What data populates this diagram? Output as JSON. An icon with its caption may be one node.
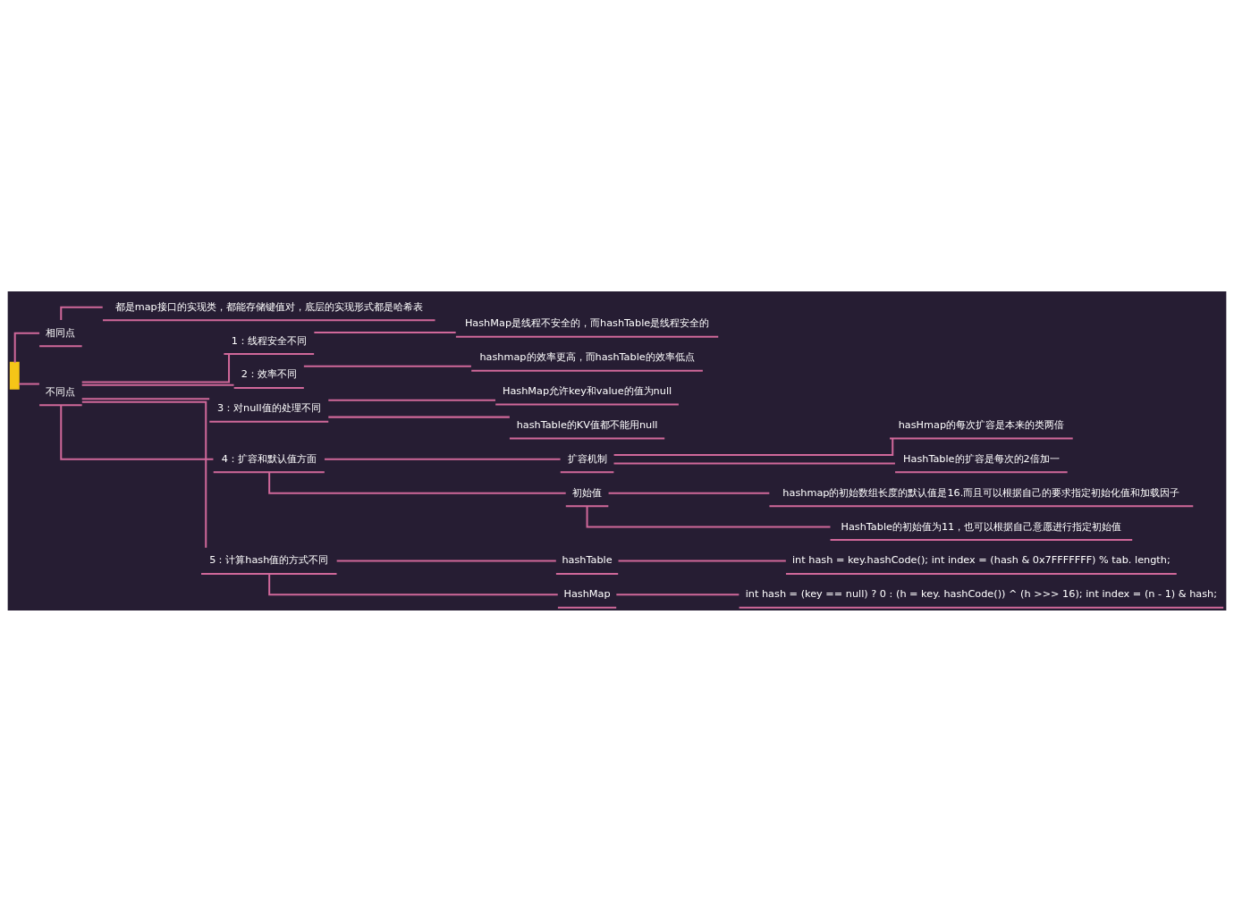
{
  "diagram": {
    "nodes": [
      {
        "text": [],
        "shape": "bar"
      },
      {
        "text": [
          "相同点"
        ]
      },
      {
        "text": [
          "都是map接口的实现类，都能存储键值对，底层的实现形式都是哈希表"
        ]
      },
      {
        "text": [
          "不同点"
        ]
      },
      {
        "text": [
          "1：线程安全不同"
        ]
      },
      {
        "text": [
          "HashMap是线程不安全的，而hashTable是线程安全的"
        ]
      },
      {
        "text": [
          "2：效率不同"
        ]
      },
      {
        "text": [
          "hashmap的效率更高，而hashTable的效率低点"
        ]
      },
      {
        "text": [
          "3：对null值的处理不同"
        ]
      },
      {
        "text": [
          "HashMap允许key和value的值为null"
        ]
      },
      {
        "text": [
          "hashTable的KV值都不能用null"
        ]
      },
      {
        "text": [
          "4：扩容和默认值方面"
        ]
      },
      {
        "text": [
          "扩容机制"
        ]
      },
      {
        "text": [
          "hasHmap的每次扩容是本来的类两倍"
        ]
      },
      {
        "text": [
          "HashTable的扩容是每次的2倍加一"
        ]
      },
      {
        "text": [
          "初始值"
        ]
      },
      {
        "text": [
          "hashmap的初始数组长度的默认值是16.而且可以根据自己的要求指定初始化值和加载因子"
        ]
      },
      {
        "text": [
          "HashTable的初始值为11，也可以根据自己意愿进行指定初始值"
        ]
      },
      {
        "text": [
          "5：计算hash值的方式不同"
        ]
      },
      {
        "text": [
          "hashTable"
        ]
      },
      {
        "text": [
          "int hash = key.hashCode(); int index = (hash & 0x7FFFFFFF) % tab. length;"
        ]
      },
      {
        "text": [
          "HashMap"
        ]
      },
      {
        "text": [
          "int hash = (key == null) ? 0 : (h = key. hashCode()) ^ (h >>> 16); int index = (n - 1) & hash;"
        ]
      }
    ],
    "edges": [
      {
        "from": 0,
        "to": 1,
        "arrow": "none"
      },
      {
        "from": 1,
        "to": 2,
        "arrow": "none"
      },
      {
        "from": 0,
        "to": 3,
        "arrow": "none"
      },
      {
        "from": 3,
        "to": 4,
        "arrow": "none"
      },
      {
        "from": 4,
        "to": 5,
        "arrow": "none"
      },
      {
        "from": 3,
        "to": 6,
        "arrow": "none"
      },
      {
        "from": 6,
        "to": 7,
        "arrow": "none"
      },
      {
        "from": 3,
        "to": 8,
        "arrow": "none"
      },
      {
        "from": 8,
        "to": 9,
        "arrow": "none"
      },
      {
        "from": 8,
        "to": 10,
        "arrow": "none"
      },
      {
        "from": 3,
        "to": 11,
        "arrow": "none"
      },
      {
        "from": 11,
        "to": 12,
        "arrow": "none"
      },
      {
        "from": 12,
        "to": 13,
        "arrow": "none"
      },
      {
        "from": 12,
        "to": 14,
        "arrow": "none"
      },
      {
        "from": 11,
        "to": 15,
        "arrow": "none"
      },
      {
        "from": 15,
        "to": 16,
        "arrow": "none"
      },
      {
        "from": 15,
        "to": 17,
        "arrow": "none"
      },
      {
        "from": 3,
        "to": 18,
        "arrow": "none"
      },
      {
        "from": 18,
        "to": 19,
        "arrow": "none"
      },
      {
        "from": 19,
        "to": 20,
        "arrow": "none"
      },
      {
        "from": 18,
        "to": 21,
        "arrow": "none"
      },
      {
        "from": 21,
        "to": 22,
        "arrow": "none"
      }
    ]
  }
}
